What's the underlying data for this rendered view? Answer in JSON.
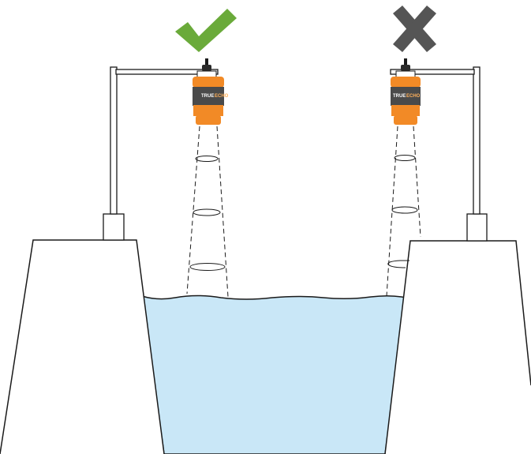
{
  "sensors": [
    {
      "id": "correct",
      "verdict_icon": "check-mark-icon",
      "verdict_color": "#6aaa3a",
      "brand_word_1": "TRUE",
      "brand_word_2": "ECHO"
    },
    {
      "id": "incorrect",
      "verdict_icon": "cross-mark-icon",
      "verdict_color": "#555555",
      "brand_word_1": "TRUE",
      "brand_word_2": "ECHO"
    }
  ],
  "colors": {
    "water": "#c9e7f7",
    "sensor_body": "#f28a26",
    "sensor_label_band": "#4a4a4a",
    "outline": "#1a1a1a"
  }
}
